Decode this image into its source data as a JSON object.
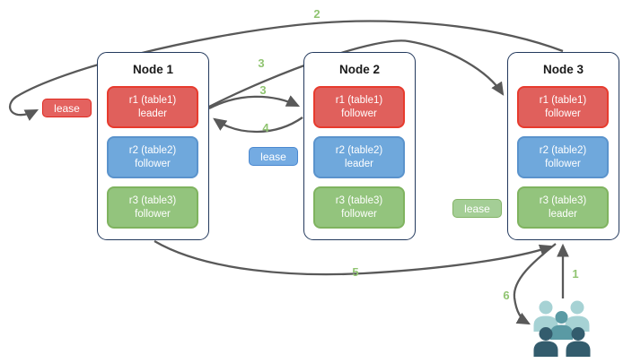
{
  "nodes": [
    {
      "title": "Node 1",
      "replicas": [
        {
          "name": "r1 (table1)",
          "role": "leader",
          "color": "red"
        },
        {
          "name": "r2 (table2)",
          "role": "follower",
          "color": "blue"
        },
        {
          "name": "r3 (table3)",
          "role": "follower",
          "color": "green"
        }
      ]
    },
    {
      "title": "Node 2",
      "replicas": [
        {
          "name": "r1 (table1)",
          "role": "follower",
          "color": "red"
        },
        {
          "name": "r2 (table2)",
          "role": "leader",
          "color": "blue"
        },
        {
          "name": "r3 (table3)",
          "role": "follower",
          "color": "green"
        }
      ]
    },
    {
      "title": "Node 3",
      "replicas": [
        {
          "name": "r1 (table1)",
          "role": "follower",
          "color": "red"
        },
        {
          "name": "r2 (table2)",
          "role": "follower",
          "color": "blue"
        },
        {
          "name": "r3 (table3)",
          "role": "leader",
          "color": "green"
        }
      ]
    }
  ],
  "lease_labels": {
    "red": "lease",
    "blue": "lease",
    "green": "lease"
  },
  "steps": [
    "2",
    "3",
    "3",
    "4",
    "5",
    "1",
    "6"
  ],
  "icons": {
    "users": "users-group-icon"
  },
  "colors": {
    "arrow": "#595959",
    "step_label": "#90c471",
    "node_border": "#23395d",
    "red_fill": "#e0605c",
    "red_border": "#e73b2e",
    "blue_fill": "#6fa8dc",
    "blue_border": "#5a93cc",
    "green_fill": "#93c47d",
    "green_border": "#7fb35f",
    "lease_red_fill": "#e4625f",
    "lease_red_border": "#e02a1f",
    "lease_blue_fill": "#74abe2",
    "lease_blue_border": "#4a88d0",
    "lease_green_fill": "#a4ce96",
    "lease_green_border": "#82b366",
    "people_light": "#a6d2d4",
    "people_medium": "#5a9aa4",
    "people_dark": "#335c6d"
  }
}
